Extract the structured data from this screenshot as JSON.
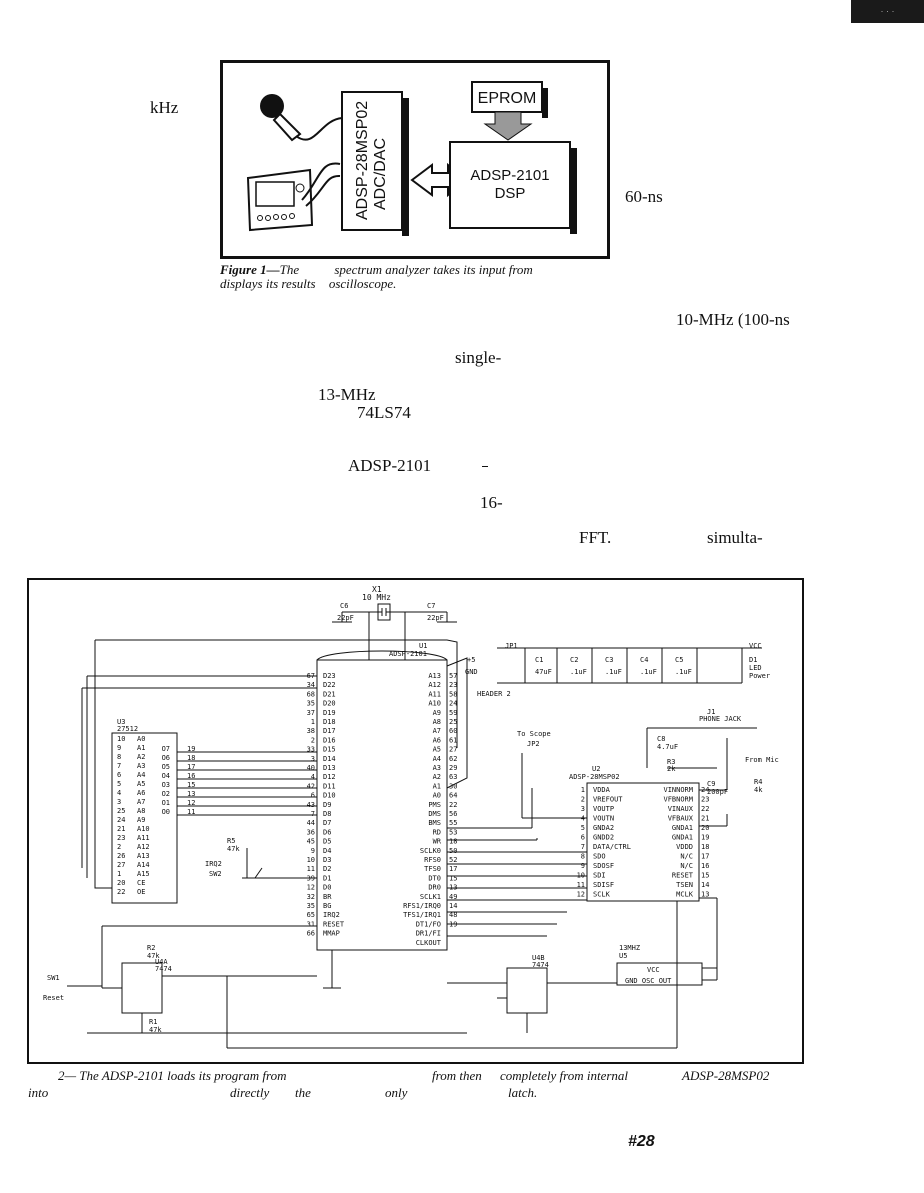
{
  "corner_tab": "· · ·",
  "top_fragments": {
    "khz": "kHz",
    "ns60": "60-ns"
  },
  "figure1": {
    "eprom": "EPROM",
    "adc_line1": "ADSP-28MSP02",
    "adc_line2": "ADC/DAC",
    "dsp_line1": "ADSP-2101",
    "dsp_line2": "DSP",
    "caption_label": "Figure 1—",
    "caption_a": "The",
    "caption_b": "spectrum analyzer takes its input from",
    "caption_c": "displays its results",
    "caption_d": "oscilloscope."
  },
  "body_fragments": {
    "f1": "10-MHz (100-ns",
    "f2": "single-",
    "f3": "13-MHz",
    "f4": "74LS74",
    "f5": "ADSP-2101",
    "f6": "16-",
    "f7": "FFT.",
    "f8": "simulta-"
  },
  "figure2": {
    "x1_label": "X1",
    "x1_value": "10 MHz",
    "c6": "C6",
    "c6v": "22pF",
    "c7": "C7",
    "c7v": "22pF",
    "u1": "U1",
    "u1_part": "ADSP-2101",
    "u3": "U3",
    "u3_part": "27512",
    "u2": "U2",
    "u2_part": "ADSP-28MSP02",
    "u5": "U5",
    "u5_part": "13MHZ",
    "jp1": "JP1",
    "header": "HEADER 2",
    "plus5": "+5",
    "gnd": "GND",
    "caps": [
      "C1",
      "C2",
      "C3",
      "C4",
      "C5"
    ],
    "capvals": [
      "47uF",
      ".1uF",
      ".1uF",
      ".1uF",
      ".1uF"
    ],
    "d1": "D1",
    "led": "LED",
    "power": "Power",
    "vcc": "VCC",
    "j1": "J1",
    "phone_jack": "PHONE JACK",
    "c8": "C8",
    "c8v": "4.7uF",
    "c9": "C9",
    "c9v": "200pF",
    "r3": "R3",
    "r3v": "2k",
    "r4": "R4",
    "r4v": "4k",
    "from_mic": "From Mic",
    "to_scope": "To Scope",
    "jp2": "JP2",
    "r5": "R5",
    "r5v": "47k",
    "irq2": "IRQ2",
    "sw2": "SW2",
    "r2": "R2",
    "r2v": "47k",
    "r1": "R1",
    "r1v": "47k",
    "sw1": "SW1",
    "reset": "Reset",
    "u4a": "U4A",
    "u4a_part": "7474",
    "u4b": "U4B",
    "u4b_part": "7474",
    "u1_left_pins": [
      "D23",
      "D22",
      "D21",
      "D20",
      "D19",
      "D18",
      "D17",
      "D16",
      "D15",
      "D14",
      "D13",
      "D12",
      "D11",
      "D10",
      "D9",
      "D8",
      "D7",
      "D6",
      "D5",
      "D4",
      "D3",
      "D2",
      "D1",
      "D0",
      "BR",
      "BG",
      "IRQ2",
      "RESET",
      "MMAP"
    ],
    "u1_left_nums": [
      "67",
      "34",
      "68",
      "35",
      "37",
      "1",
      "38",
      "2",
      "33",
      "3",
      "40",
      "4",
      "42",
      "6",
      "43",
      "7",
      "44",
      "36",
      "45",
      "9",
      "10",
      "11",
      "39",
      "12",
      "32",
      "35",
      "65",
      "31",
      "66"
    ],
    "u1_right_pins": [
      "A13",
      "A12",
      "A11",
      "A10",
      "A9",
      "A8",
      "A7",
      "A6",
      "A5",
      "A4",
      "A3",
      "A2",
      "A1",
      "A0",
      "PMS",
      "DMS",
      "BMS",
      "RD",
      "WR",
      "SCLK0",
      "RFS0",
      "TFS0",
      "DT0",
      "DR0",
      "SCLK1",
      "RFS1/IRQ0",
      "TFS1/IRQ1",
      "DT1/FO",
      "DR1/FI",
      "CLKOUT"
    ],
    "u1_right_nums": [
      "57",
      "23",
      "58",
      "24",
      "59",
      "25",
      "60",
      "61",
      "27",
      "62",
      "29",
      "63",
      "30",
      "64",
      "22",
      "56",
      "55",
      "53",
      "18",
      "50",
      "52",
      "17",
      "15",
      "13",
      "49",
      "14",
      "48",
      "19"
    ],
    "u3_left_pins": [
      "A0",
      "A1",
      "A2",
      "A3",
      "A4",
      "A5",
      "A6",
      "A7",
      "A8",
      "A9",
      "A10",
      "A11",
      "A12",
      "A13",
      "A14",
      "A15",
      "CE",
      "OE"
    ],
    "u3_left_nums": [
      "10",
      "9",
      "8",
      "7",
      "6",
      "5",
      "4",
      "3",
      "25",
      "24",
      "21",
      "23",
      "2",
      "26",
      "27",
      "1",
      "20",
      "22"
    ],
    "u3_right_pins": [
      "O7",
      "O6",
      "O5",
      "O4",
      "O3",
      "O2",
      "O1",
      "O0"
    ],
    "u3_right_nums": [
      "19",
      "18",
      "17",
      "16",
      "15",
      "13",
      "12",
      "11"
    ],
    "u2_left_pins": [
      "VDDA",
      "VREFOUT",
      "VOUTP",
      "VOUTN",
      "GNDA2",
      "GNDD2",
      "DATA/CTRL",
      "SDO",
      "SDOSF",
      "SDI",
      "SDISF",
      "SCLK"
    ],
    "u2_left_nums": [
      "1",
      "2",
      "3",
      "4",
      "5",
      "6",
      "7",
      "8",
      "9",
      "10",
      "11",
      "12"
    ],
    "u2_right_pins": [
      "VINNORM",
      "VFBNORM",
      "VINAUX",
      "VFBAUX",
      "GNDA1",
      "GNDA1",
      "VDDD",
      "N/C",
      "N/C",
      "RESET",
      "TSEN",
      "MCLK"
    ],
    "u2_right_nums": [
      "24",
      "23",
      "22",
      "21",
      "20",
      "19",
      "18",
      "17",
      "16",
      "15",
      "14",
      "13"
    ],
    "u5_pins": [
      "VCC",
      "GND OSC OUT"
    ],
    "caption_a": "2— The ADSP-2101 loads its program from",
    "caption_b": "from then",
    "caption_c": "completely from internal",
    "caption_d": "ADSP-28MSP02",
    "caption_e": "into",
    "caption_f": "directly",
    "caption_g": "the",
    "caption_h": "only",
    "caption_i": "latch."
  },
  "page_number": "#28"
}
